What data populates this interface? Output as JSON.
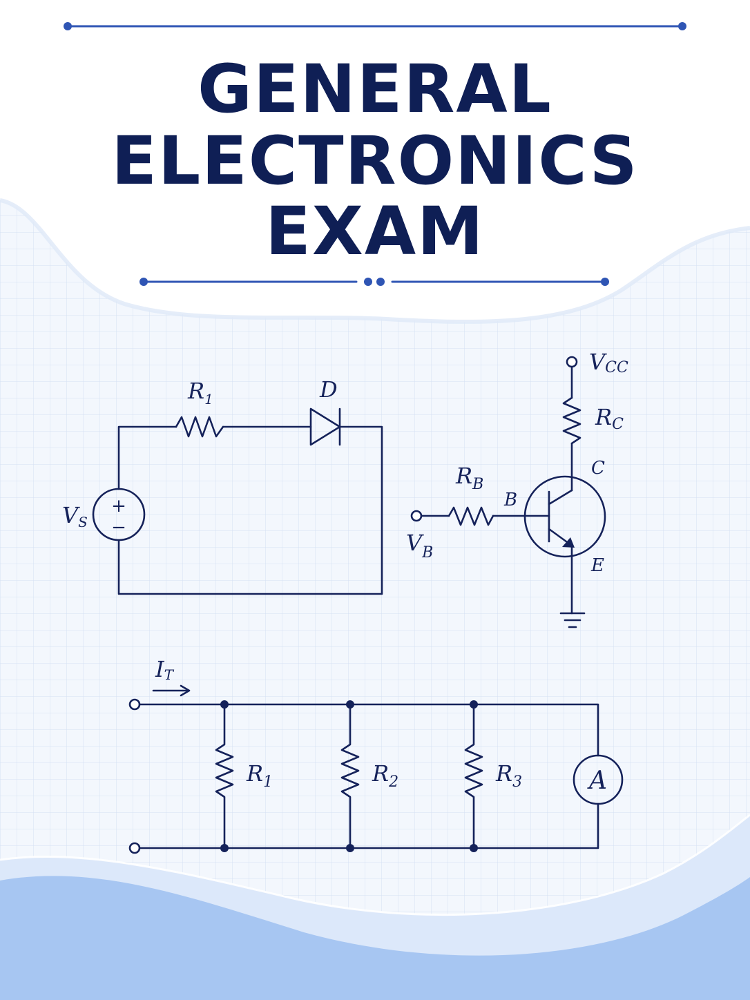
{
  "title": {
    "lines": [
      "GENERAL",
      "ELECTRONICS",
      "EXAM"
    ]
  },
  "colors": {
    "title": "#0f1f55",
    "ink": "#15225a",
    "rule": "#2f55b4",
    "grid": "#d4e0f3",
    "wave": "#a7c6f2",
    "background": "#f3f7fd"
  },
  "circuit_series": {
    "resistor_label": "R",
    "resistor_sub": "1",
    "diode_label": "D",
    "source_label": "V",
    "source_sub": "S",
    "plus_sign": "+",
    "minus_sign": "−"
  },
  "circuit_transistor": {
    "supply_label": "V",
    "supply_sub": "CC",
    "collector_resistor_label": "R",
    "collector_resistor_sub": "C",
    "collector_label": "C",
    "base_resistor_label": "R",
    "base_resistor_sub": "B",
    "base_label": "B",
    "emitter_label": "E",
    "input_label": "V",
    "input_sub": "B"
  },
  "circuit_parallel": {
    "current_label": "I",
    "current_sub": "T",
    "resistors": [
      {
        "label": "R",
        "sub": "1"
      },
      {
        "label": "R",
        "sub": "2"
      },
      {
        "label": "R",
        "sub": "3"
      }
    ],
    "ammeter_label": "A"
  }
}
